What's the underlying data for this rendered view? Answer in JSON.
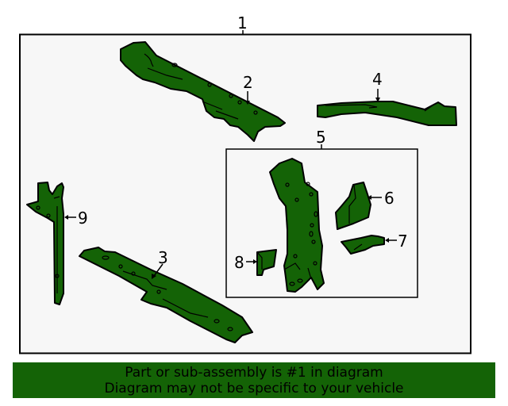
{
  "diagram": {
    "callouts": {
      "c1": "1",
      "c2": "2",
      "c3": "3",
      "c4": "4",
      "c5": "5",
      "c6": "6",
      "c7": "7",
      "c8": "8",
      "c9": "9"
    },
    "colors": {
      "part_fill": "#146306",
      "frame_bg": "#f7f7f7",
      "outline": "#000000"
    }
  },
  "banner": {
    "line1": "Part or sub-assembly is #1 in diagram",
    "line2": "Diagram may not be specific to your vehicle",
    "color": "#146306"
  }
}
